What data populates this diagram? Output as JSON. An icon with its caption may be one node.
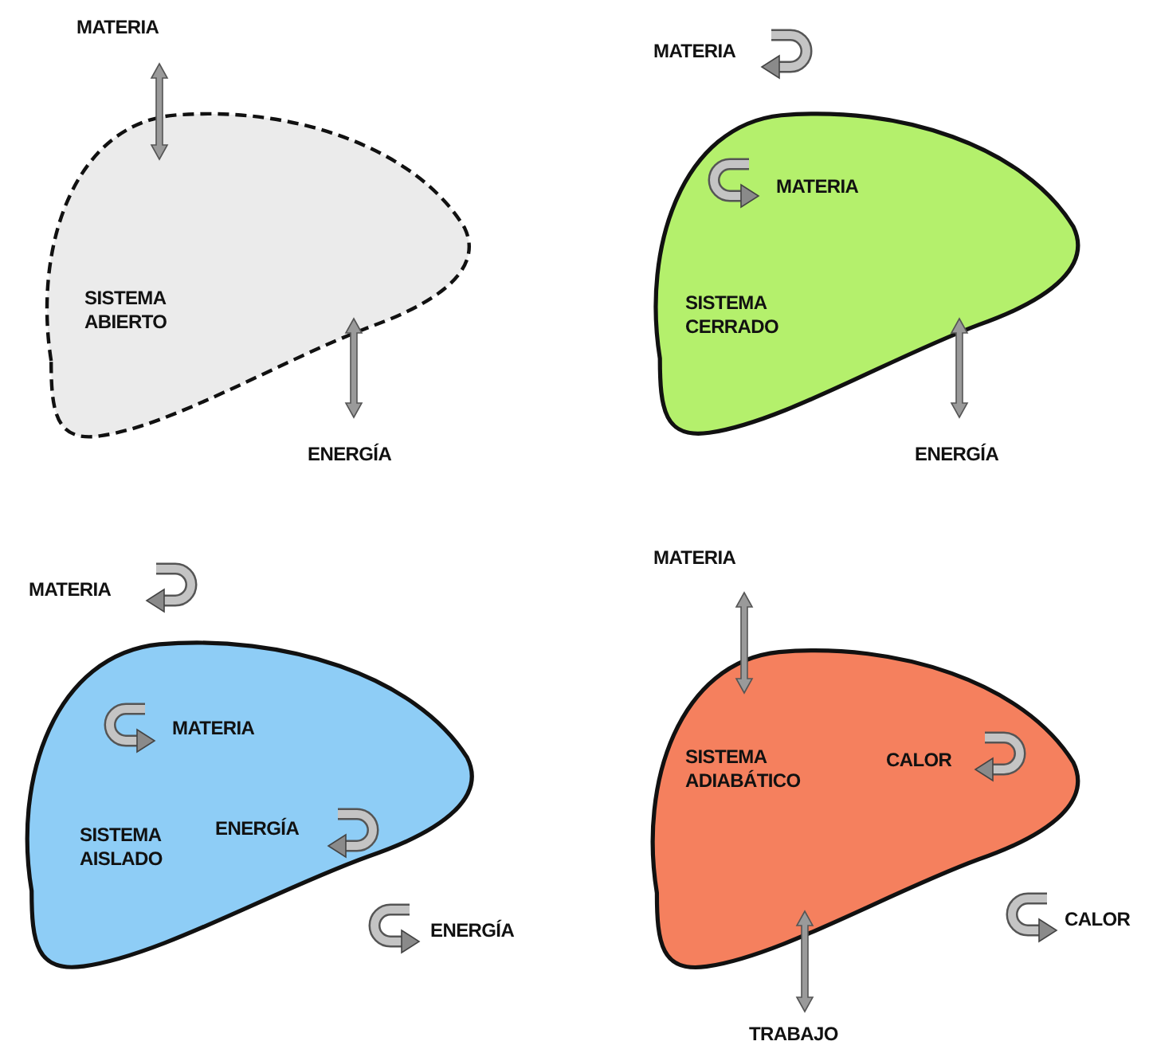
{
  "diagram": {
    "nodes": [
      {
        "text": [
          "SISTEMA ABIERTO"
        ],
        "beside": [
          "ENERGÍA"
        ]
      },
      {
        "text": [
          "MATERIA",
          "SISTEMA CERRADO"
        ],
        "beside": [
          "MATERIA",
          "ENERGÍA"
        ]
      },
      {
        "text": [
          "MATERIA",
          "SISTEMA AISLADO",
          "ENERGÍA"
        ],
        "beside": [
          "MATERIA",
          "ENERGÍA"
        ]
      },
      {
        "text": [
          "SISTEMA ADIABÁTICO",
          "CALOR"
        ],
        "beside": [
          "CALOR",
          "TRABAJO"
        ]
      }
    ],
    "labels": [
      "MATERIA",
      "MATERIA"
    ]
  }
}
